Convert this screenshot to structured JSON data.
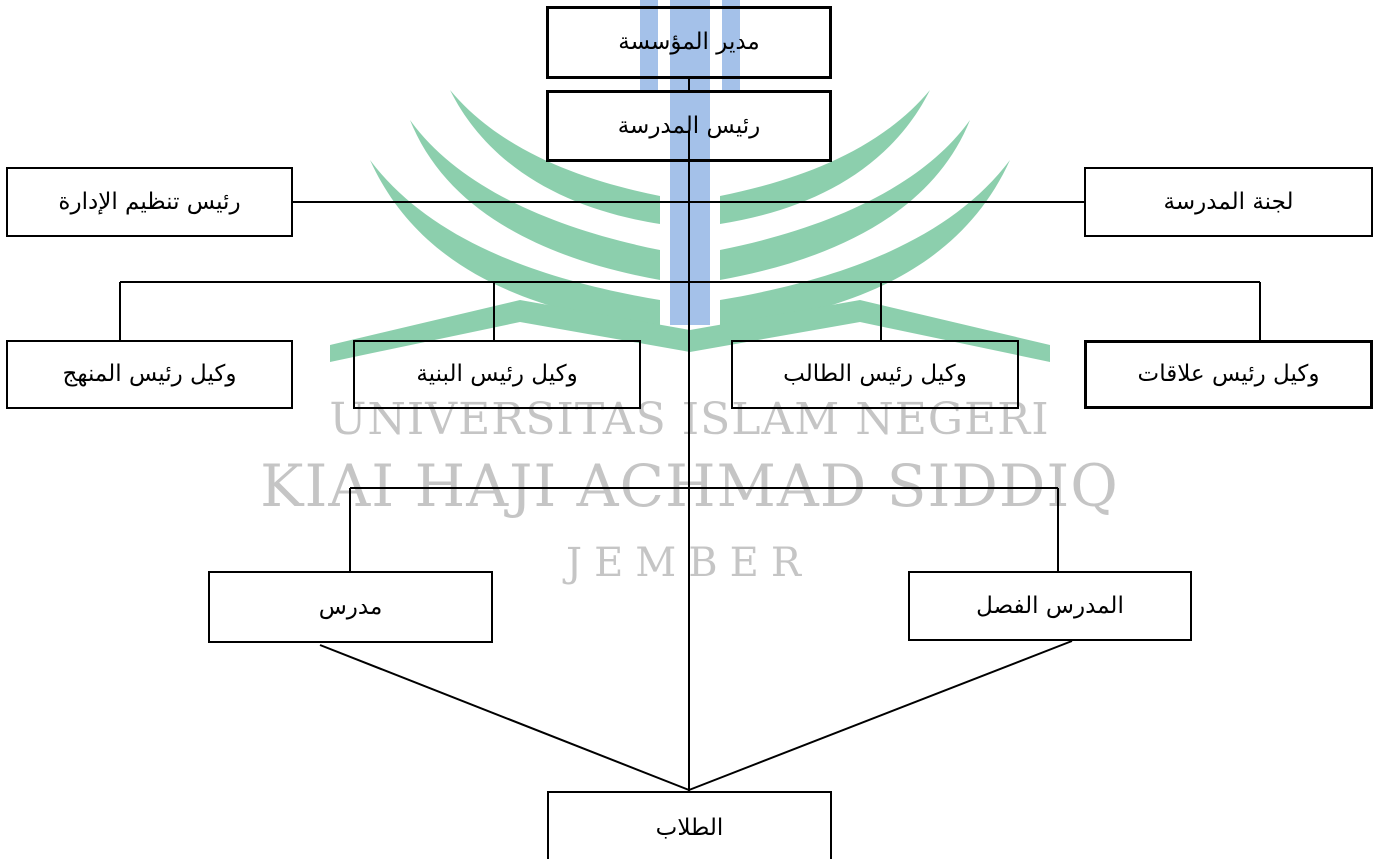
{
  "watermark": {
    "line1": "UNIVERSITAS ISLAM NEGERI",
    "line2": "KIAI HAJI ACHMAD SIDDIQ",
    "line3": "JEMBER",
    "logo_colors": {
      "green": "#2fa86b",
      "blue": "#5a8fd8"
    }
  },
  "org_chart": {
    "director": "مدير المؤسسة",
    "principal": "رئيس المدرسة",
    "admin_head": "رئيس تنظيم الإدارة",
    "school_committee": "لجنة المدرسة",
    "deputy_curriculum": "وكيل رئيس المنهج",
    "deputy_infrastructure": "وكيل رئيس البنية",
    "deputy_students": "وكيل رئيس الطالب",
    "deputy_relations": "وكيل رئيس علاقات",
    "teacher": "مدرس",
    "homeroom_teacher": "المدرس الفصل",
    "students": "الطلاب"
  }
}
